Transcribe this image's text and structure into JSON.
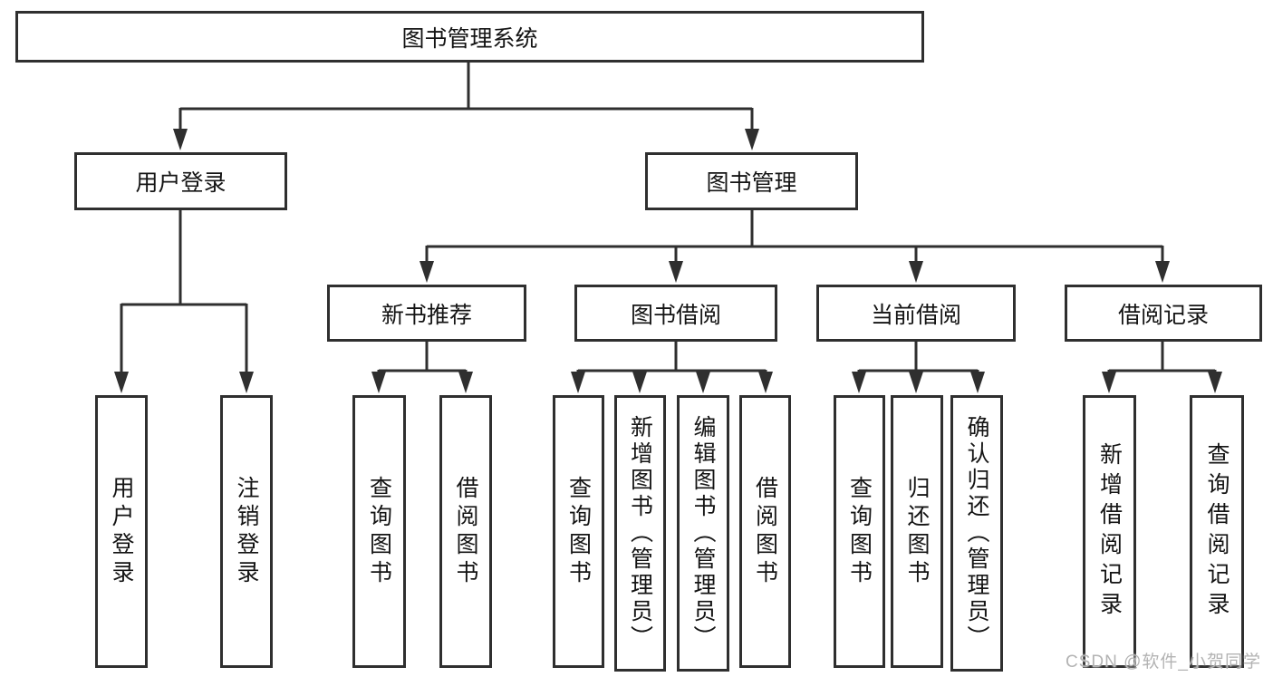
{
  "diagram": {
    "title": "图书管理系统",
    "line_color": "#2f2f2f",
    "watermark": "CSDN @软件_小贺同学",
    "nodes": {
      "root": "图书管理系统",
      "user_login": "用户登录",
      "book_mgmt": "图书管理",
      "new_book_rec": "新书推荐",
      "book_borrow": "图书借阅",
      "current_borrow": "当前借阅",
      "borrow_record": "借阅记录",
      "user_login_leaf": "用户登录",
      "logout_leaf": "注销登录",
      "query_book_1": "查询图书",
      "borrow_book_1": "借阅图书",
      "query_book_2": "查询图书",
      "add_book_admin": "新增图书（管理员）",
      "edit_book_admin": "编辑图书（管理员）",
      "borrow_book_2": "借阅图书",
      "query_book_3": "查询图书",
      "return_book": "归还图书",
      "confirm_return_admin": "确认归还（管理员）",
      "add_borrow_record": "新增借阅记录",
      "query_borrow_record": "查询借阅记录"
    }
  }
}
